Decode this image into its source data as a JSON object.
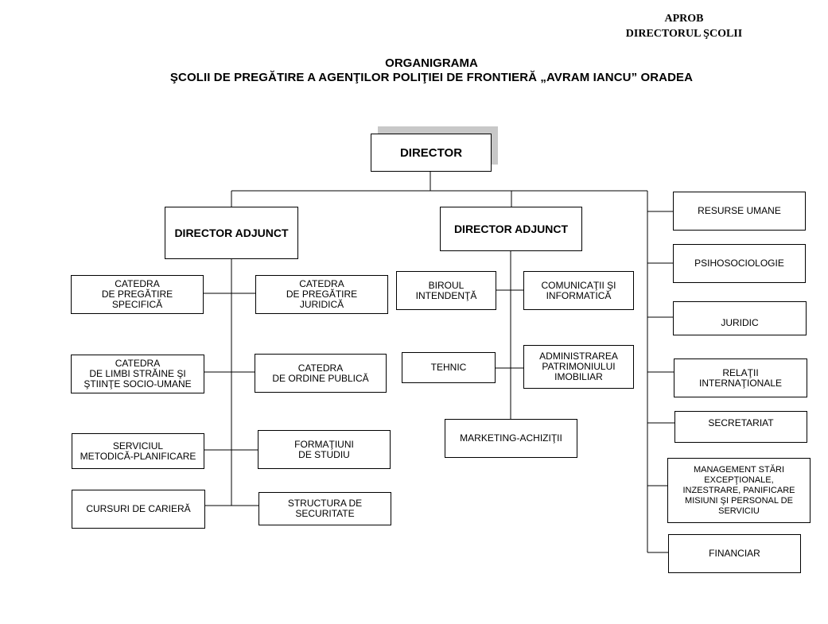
{
  "approval": {
    "line1": "APROB",
    "line2": "DIRECTORUL ŞCOLII"
  },
  "title": {
    "line1": "ORGANIGRAMA",
    "line2": "ŞCOLII DE PREGĂTIRE A AGENŢILOR POLIŢIEI DE FRONTIERĂ „AVRAM IANCU” ORADEA"
  },
  "nodes": {
    "director": "DIRECTOR",
    "deputy_left": "DIRECTOR ADJUNCT",
    "deputy_center": "DIRECTOR ADJUNCT",
    "left_units": {
      "catedra_specifica": "CATEDRA\nDE PREGĂTIRE\nSPECIFICĂ",
      "catedra_juridica": "CATEDRA\nDE PREGĂTIRE\nJURIDICĂ",
      "catedra_limbi": "CATEDRA\nDE LIMBI STRĂINE ŞI\nŞTIINŢE  SOCIO-UMANE",
      "catedra_ordine": "CATEDRA\nDE ORDINE PUBLICĂ",
      "serviciul_metodica": "SERVICIUL\nMETODICĂ-PLANIFICARE",
      "formatiuni": "FORMAŢIUNI\nDE STUDIU",
      "cursuri": "CURSURI  DE CARIERĂ",
      "structura_securitate": "STRUCTURA  DE\nSECURITATE"
    },
    "center_units": {
      "biroul_intendenta": "BIROUL\nINTENDENŢĂ",
      "comunicatii": "COMUNICAŢII  ŞI\nINFORMATICĂ",
      "tehnic": "TEHNIC",
      "administrarea": "ADMINISTRAREA\nPATRIMONIULUI\nIMOBILIAR",
      "marketing": "MARKETING-ACHIZIŢII"
    },
    "right_units": {
      "resurse_umane": "RESURSE  UMANE",
      "psihosociologie": "PSIHOSOCIOLOGIE",
      "juridic": "JURIDIC",
      "relatii": "RELAŢII\nINTERNAŢIONALE",
      "secretariat": "SECRETARIAT",
      "management": "MANAGEMENT STĂRI\nEXCEPŢIONALE,\nINZESTRARE,  PANIFICARE\nMISIUNI ŞI PERSONAL DE\nSERVICIU",
      "financiar": "FINANCIAR"
    }
  },
  "colors": {
    "line": "#000000",
    "shadow": "#c8c8c8",
    "background": "#ffffff"
  }
}
